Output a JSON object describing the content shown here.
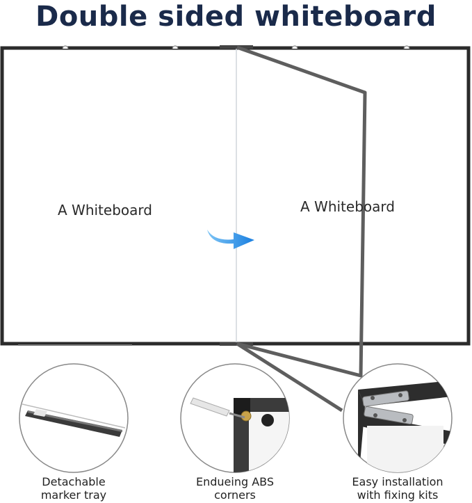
{
  "title": "Double sided whiteboard",
  "board": {
    "left_label": "A Whiteboard",
    "right_label": "A Whiteboard",
    "frame_color": "#2b2b2b",
    "arrow_color": "#1a8fe3",
    "arrow_icon": "curved-arrow-icon"
  },
  "features": [
    {
      "line1": "Detachable",
      "line2": "marker tray"
    },
    {
      "line1": "Endueing ABS",
      "line2": "corners"
    },
    {
      "line1": "Easy installation",
      "line2": "with fixing kits"
    }
  ]
}
